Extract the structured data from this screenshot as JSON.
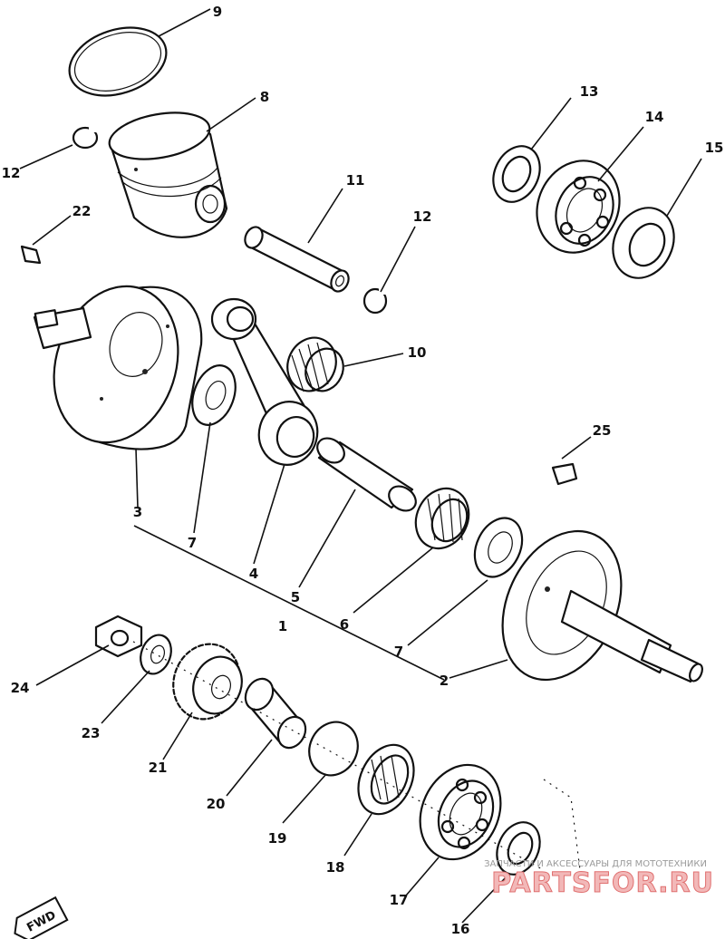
{
  "labels": {
    "p1": "1",
    "p2": "2",
    "p3": "3",
    "p4": "4",
    "p5": "5",
    "p6": "6",
    "p7a": "7",
    "p7b": "7",
    "p8": "8",
    "p9": "9",
    "p10": "10",
    "p11": "11",
    "p12a": "12",
    "p12b": "12",
    "p13": "13",
    "p14": "14",
    "p15": "15",
    "p16": "16",
    "p17": "17",
    "p18": "18",
    "p19": "19",
    "p20": "20",
    "p21": "21",
    "p22": "22",
    "p23": "23",
    "p24": "24",
    "p25": "25"
  },
  "direction_mark": "FWD",
  "watermark": {
    "caption": "ЗАПЧАСТИ И АКСЕССУАРЫ ДЛЯ МОТОТЕХНИКИ",
    "logo": "PARTSFOR.RU"
  }
}
